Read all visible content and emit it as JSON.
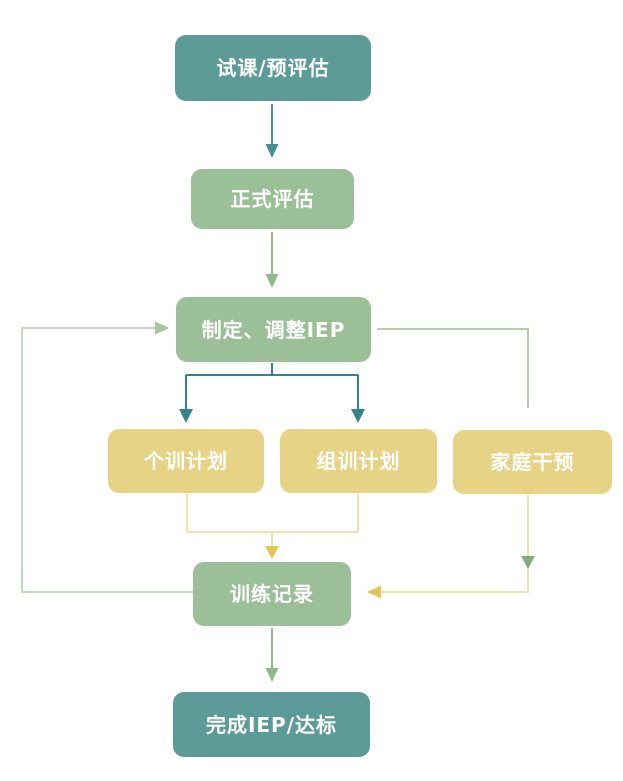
{
  "diagram": {
    "type": "flowchart",
    "language": "zh-CN",
    "background": "#FFFFFF"
  },
  "palette": {
    "teal_box": "#5C9B97",
    "green_box": "#9BC097",
    "yellow_box": "#E7D385",
    "teal_arrow": "#35848D",
    "green_arrow": "#8FBB8B",
    "pale_green_line": "#B5CEB1",
    "loop_line": "#C6D7C1",
    "loop_arrowhead": "#A3C49E",
    "pale_yellow_line": "#F0E2A9",
    "yellow_arrowhead": "#E0C35A",
    "node_text": "#FFFFFF"
  },
  "nodes": [
    {
      "id": "trial",
      "label": "试课/预评估",
      "color": "teal"
    },
    {
      "id": "formal",
      "label": "正式评估",
      "color": "green"
    },
    {
      "id": "iep",
      "label": "制定、调整IEP",
      "color": "green"
    },
    {
      "id": "individual",
      "label": "个训计划",
      "color": "yellow"
    },
    {
      "id": "group",
      "label": "组训计划",
      "color": "yellow"
    },
    {
      "id": "family",
      "label": "家庭干预",
      "color": "yellow"
    },
    {
      "id": "record",
      "label": "训练记录",
      "color": "green"
    },
    {
      "id": "complete",
      "label": "完成IEP/达标",
      "color": "teal"
    }
  ],
  "edges": [
    {
      "from": "trial",
      "to": "formal",
      "color": "teal",
      "style": "straight-down"
    },
    {
      "from": "formal",
      "to": "iep",
      "color": "green",
      "style": "straight-down"
    },
    {
      "from": "iep",
      "to": "individual",
      "color": "teal",
      "style": "branch-down"
    },
    {
      "from": "iep",
      "to": "group",
      "color": "teal",
      "style": "branch-down"
    },
    {
      "from": "iep",
      "to": "family",
      "color": "pale-green",
      "style": "elbow-right-down"
    },
    {
      "from": "individual",
      "to": "record",
      "color": "yellow",
      "style": "merge-down"
    },
    {
      "from": "group",
      "to": "record",
      "color": "yellow",
      "style": "merge-down"
    },
    {
      "from": "family",
      "to": "record",
      "color": "yellow",
      "style": "elbow-down-left"
    },
    {
      "from": "record",
      "to": "iep",
      "color": "pale-green",
      "style": "loop-left-up",
      "meaning": "feedback loop"
    },
    {
      "from": "record",
      "to": "complete",
      "color": "green",
      "style": "straight-down"
    }
  ]
}
